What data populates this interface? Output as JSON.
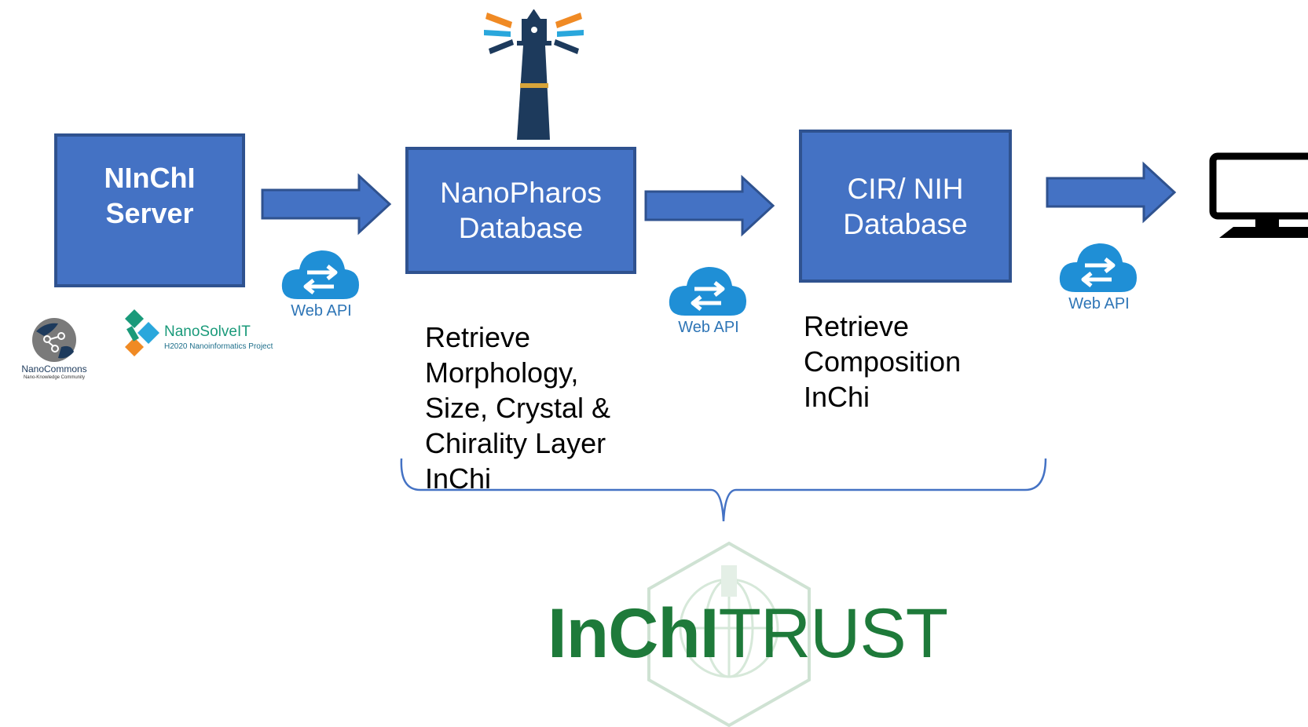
{
  "boxes": {
    "ninchi": {
      "line1": "NInChI",
      "line2": "Server"
    },
    "nanopharos": {
      "line1": "NanoPharos",
      "line2": "Database"
    },
    "cir": {
      "line1": "CIR/ NIH",
      "line2": "Database"
    }
  },
  "captions": {
    "nanopharos": [
      "Retrieve",
      "Morphology,",
      "Size, Crystal &",
      "Chirality Layer",
      "InChi"
    ],
    "cir": [
      "Retrieve",
      "Composition",
      "InChi"
    ]
  },
  "web_api_label": "Web API",
  "logos": {
    "nanocommons": {
      "name": "NanoCommons",
      "tagline": "Nano-Knowledge Community"
    },
    "nanosolveit": {
      "name": "NanoSolveIT",
      "tagline": "H2020 Nanoinformatics Project"
    },
    "inchitrust": {
      "part1": "InChI",
      "part2": "TRUST"
    }
  },
  "colors": {
    "box_fill": "#4472c4",
    "box_border": "#2f528f",
    "cloud": "#1f8fd6",
    "inchi_green": "#1e7a3a"
  }
}
